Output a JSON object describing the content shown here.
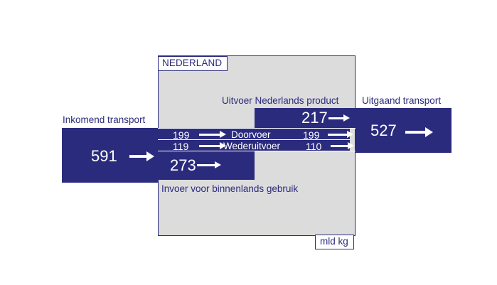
{
  "diagram": {
    "title_tag": "NEDERLAND",
    "unit_tag": "mld kg",
    "accent_color": "#2b2b7e",
    "fill_color": "#dcdcdc"
  },
  "labels": {
    "incoming": "Inkomend transport",
    "outgoing": "Uitgaand transport",
    "export_dutch_product": "Uitvoer Nederlands product",
    "import_domestic_use": "Invoer voor binnenlands gebruik",
    "transit": "Doorvoer",
    "reexport": "Wederuitvoer"
  },
  "flows": {
    "incoming_total": "591",
    "outgoing_total": "527",
    "export_dutch_product": "217",
    "transit_in": "199",
    "transit_out": "199",
    "reexport_in": "119",
    "reexport_out": "110",
    "import_domestic_use": "273"
  },
  "chart_data": {
    "type": "diagram",
    "title": "NEDERLAND",
    "unit": "mld kg",
    "nodes": [
      {
        "name": "Inkomend transport",
        "value": 591
      },
      {
        "name": "Uitgaand transport",
        "value": 527
      },
      {
        "name": "Uitvoer Nederlands product",
        "value": 217
      },
      {
        "name": "Doorvoer",
        "value_in": 199,
        "value_out": 199
      },
      {
        "name": "Wederuitvoer",
        "value_in": 119,
        "value_out": 110
      },
      {
        "name": "Invoer voor binnenlands gebruik",
        "value": 273
      }
    ],
    "links": [
      {
        "source": "Inkomend transport",
        "target": "Doorvoer",
        "value": 199
      },
      {
        "source": "Inkomend transport",
        "target": "Wederuitvoer",
        "value": 119
      },
      {
        "source": "Inkomend transport",
        "target": "Invoer voor binnenlands gebruik",
        "value": 273
      },
      {
        "source": "Uitvoer Nederlands product",
        "target": "Uitgaand transport",
        "value": 217
      },
      {
        "source": "Doorvoer",
        "target": "Uitgaand transport",
        "value": 199
      },
      {
        "source": "Wederuitvoer",
        "target": "Uitgaand transport",
        "value": 110
      }
    ]
  }
}
